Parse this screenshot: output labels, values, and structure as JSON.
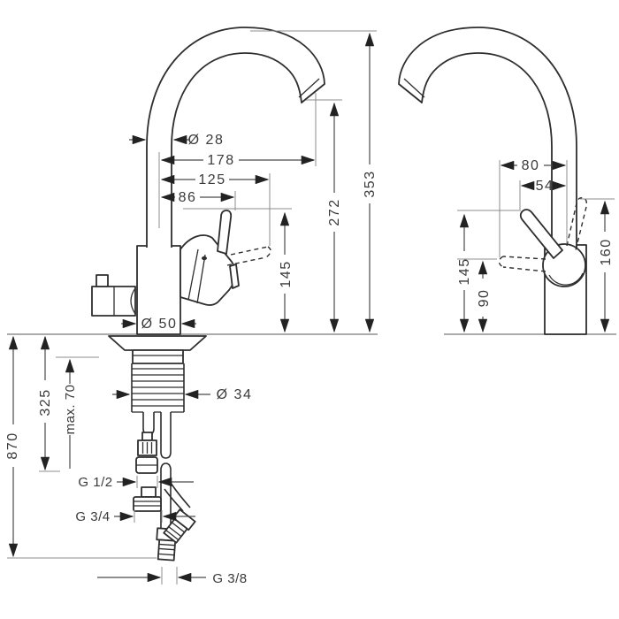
{
  "drawing": {
    "type": "technical-dimension-drawing",
    "views": {
      "front": {
        "dims": {
          "spout_diameter": "Ø 28",
          "spout_reach": "178",
          "handle_reach_open": "125",
          "handle_reach": "86",
          "height_total": "353",
          "height_spout_outlet": "272",
          "height_handle": "145",
          "base_diameter": "Ø 50",
          "shank_diameter": "Ø 34",
          "depth_below_total": "870",
          "hose_length": "325",
          "mounting_max": "max. 70",
          "connection_hose": "G 1/2",
          "connection_valve": "G 3/4",
          "connection_supply": "G 3/8"
        }
      },
      "side": {
        "dims": {
          "handle_depth_horizontal": "80",
          "handle_depth": "54",
          "height_handle": "145",
          "height_handle_horizontal": "90",
          "height_handle_raised": "160"
        }
      }
    },
    "colors": {
      "line": "#2e2e2e",
      "dimension": "#4a4a4a",
      "extension": "#8c8c8c",
      "text": "#3a3a3a",
      "background": "#ffffff"
    }
  }
}
